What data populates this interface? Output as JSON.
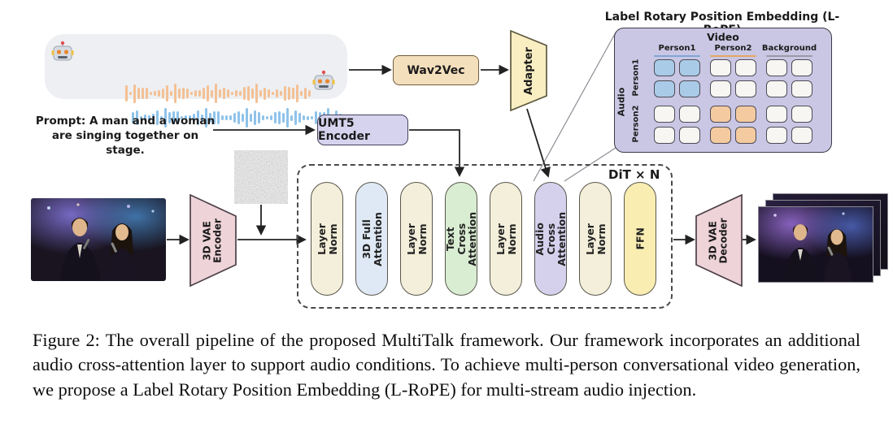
{
  "caption": "Figure 2: The overall pipeline of the proposed MultiTalk framework. Our framework incorporates an additional audio cross-attention layer to support audio conditions.  To achieve multi-person conversational video generation, we propose a Label Rotary Position Embedding (L-RoPE) for multi-stream audio injection.",
  "diagram": {
    "prompt": "Prompt: A man and a woman are singing together on stage.",
    "audio": {
      "robot_icon": "robot-icon",
      "wave1_color": "#f4c094",
      "wave2_color": "#8fc3ea"
    },
    "boxes": {
      "wav2vec": "Wav2Vec",
      "adapter": "Adapter",
      "umt5": "UMT5 Encoder",
      "vae_encoder": "3D VAE Encoder",
      "vae_decoder": "3D VAE Decoder",
      "dit_label": "DiT × N"
    },
    "dit_blocks": [
      {
        "label": "Layer Norm",
        "color": "#f3efda"
      },
      {
        "label": "3D Full Attention",
        "color": "#dfe9f6"
      },
      {
        "label": "Layer Norm",
        "color": "#f3efda"
      },
      {
        "label": "Text Cross Attention",
        "color": "#d9edd2"
      },
      {
        "label": "Layer Norm",
        "color": "#f3efda"
      },
      {
        "label": "Audio Cross Attention",
        "color": "#d5d1ed"
      },
      {
        "label": "Layer Norm",
        "color": "#f3efda"
      },
      {
        "label": "FFN",
        "color": "#f9edb2"
      }
    ],
    "lrope": {
      "title": "Label Rotary Position Embedding (L-RoPE)",
      "video_axis": "Video",
      "audio_axis": "Audio",
      "column_groups": [
        {
          "label": "Person1",
          "color": "#7fa7d6"
        },
        {
          "label": "Person2",
          "color": "#e6a763"
        },
        {
          "label": "Background",
          "color": "#9a9aa6"
        }
      ],
      "row_groups": [
        "Person1",
        "Person2"
      ],
      "grid": [
        [
          "blue",
          "blue",
          "none",
          "none",
          "none",
          "none"
        ],
        [
          "blue",
          "blue",
          "none",
          "none",
          "none",
          "none"
        ],
        [
          "none",
          "none",
          "orange",
          "orange",
          "none",
          "none"
        ],
        [
          "none",
          "none",
          "orange",
          "orange",
          "none",
          "none"
        ]
      ],
      "cell_colors": {
        "blue": "#a9cbe8",
        "orange": "#f4caa0",
        "none": "#f7f6f2"
      }
    }
  }
}
